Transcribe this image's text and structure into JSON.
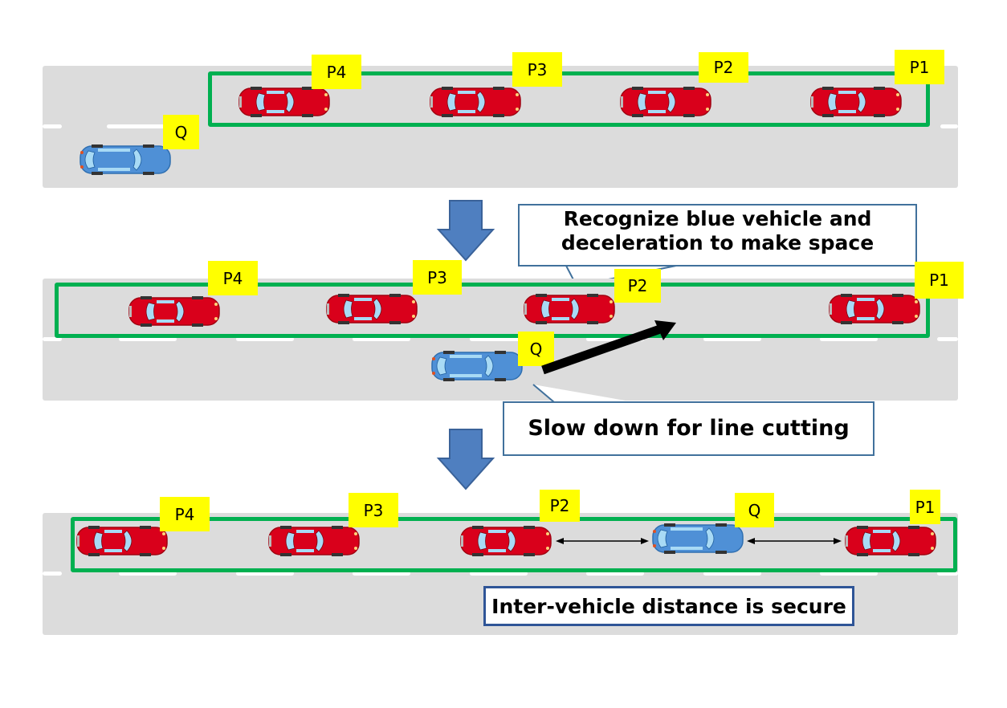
{
  "colors": {
    "road": "#dcdcdc",
    "lane_mark": "#ffffff",
    "platoon_border": "#00b050",
    "tag_bg": "#ffff00",
    "red_car": "#d9001b",
    "blue_car": "#4f90d6",
    "step_arrow": "#4f7fc0",
    "callout_border": "#41719c"
  },
  "vehicle_labels": {
    "p1": "P1",
    "p2": "P2",
    "p3": "P3",
    "p4": "P4",
    "q": "Q"
  },
  "stages": [
    {
      "name": "initial",
      "platoon": [
        "P4",
        "P3",
        "P2",
        "P1"
      ],
      "merging_vehicle": "Q"
    },
    {
      "name": "gap-creation",
      "platoon": [
        "P4",
        "P3",
        "P2",
        "P1"
      ],
      "merging_vehicle": "Q",
      "callout_platoon": "Recognize blue vehicle and deceleration to make space",
      "callout_platoon_line1": "Recognize blue vehicle and",
      "callout_platoon_line2": "deceleration to make space",
      "callout_merging": "Slow down for line cutting"
    },
    {
      "name": "merged",
      "platoon": [
        "P4",
        "P3",
        "P2",
        "Q",
        "P1"
      ],
      "result_label": "Inter-vehicle distance is secure"
    }
  ]
}
